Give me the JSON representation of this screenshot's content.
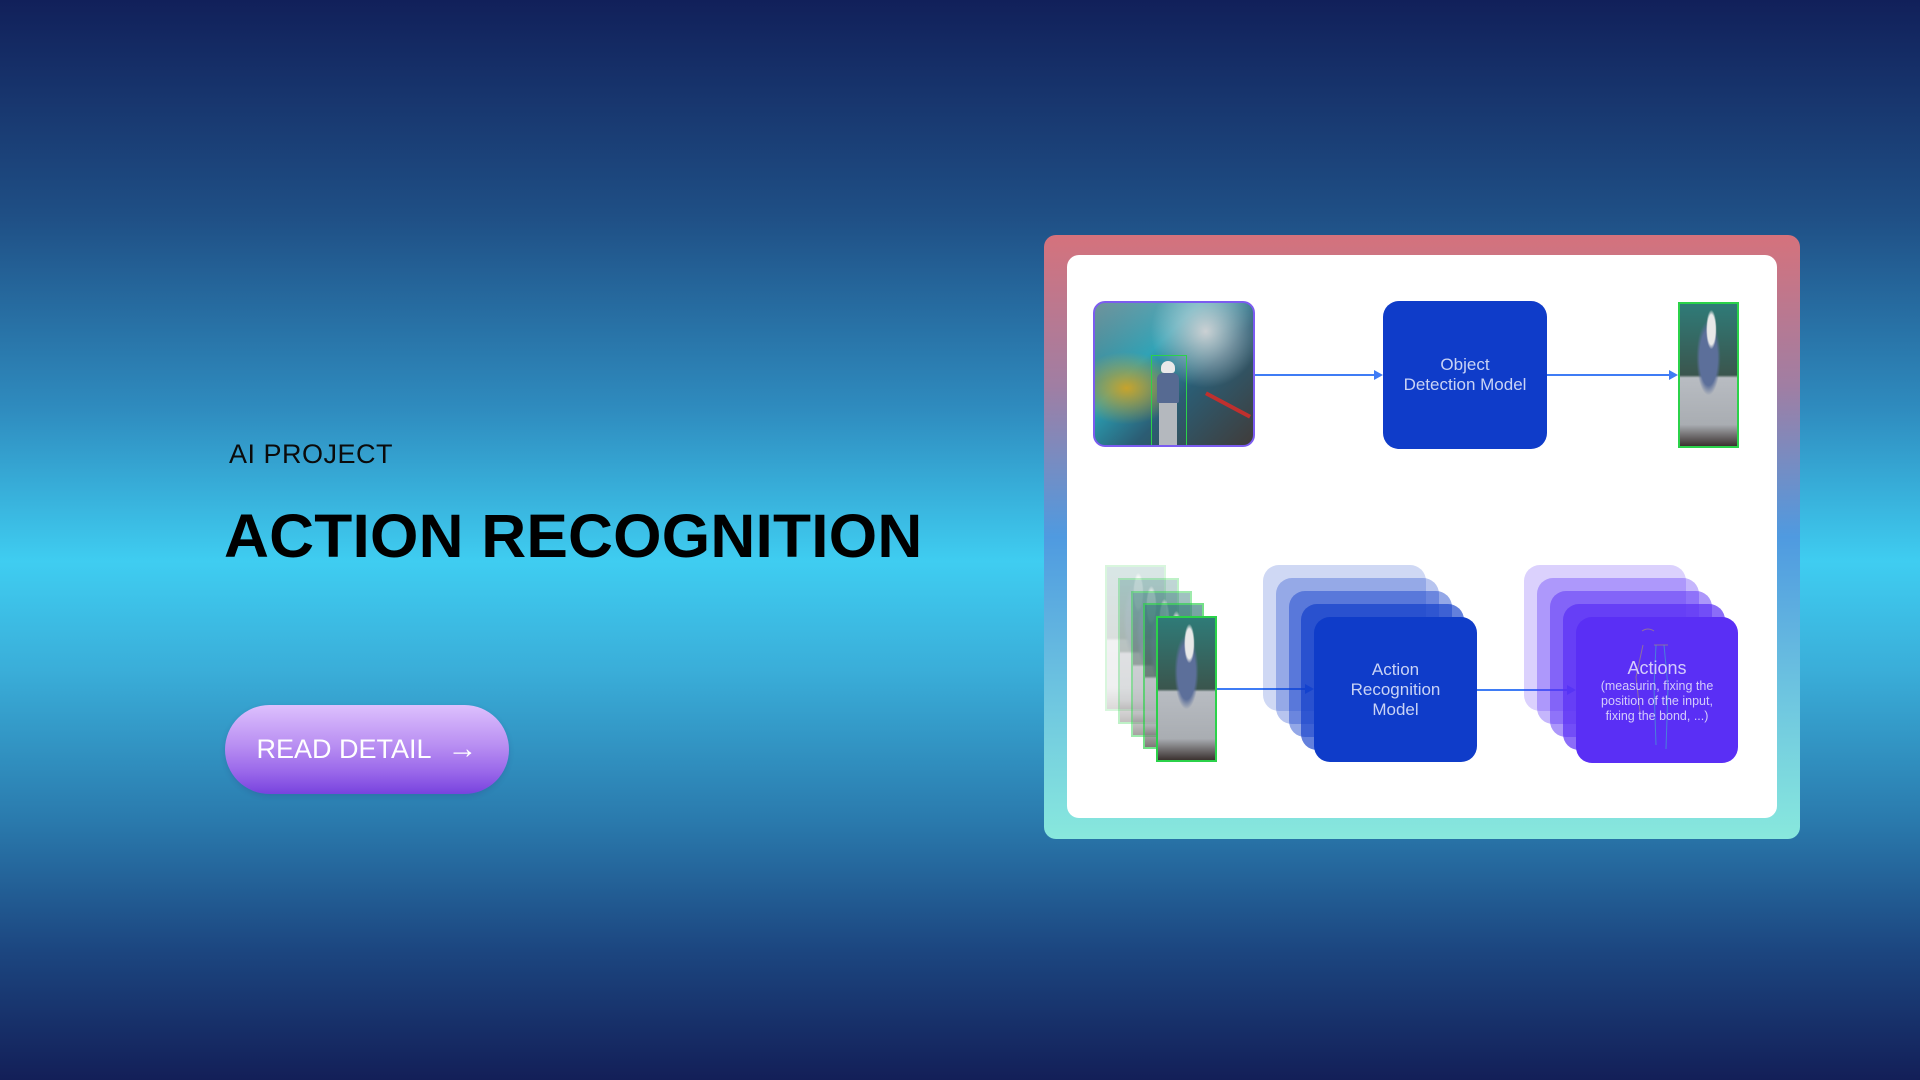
{
  "hero": {
    "eyebrow": "AI PROJECT",
    "title": "ACTION RECOGNITION",
    "cta_label": "READ DETAIL",
    "cta_icon": "→"
  },
  "diagram": {
    "top_row": {
      "input_image": "factory-scene-thumbnail",
      "model_label_line1": "Object",
      "model_label_line2": "Detection Model",
      "output_image": "detected-person-crop"
    },
    "bottom_row": {
      "input_frames": 5,
      "model_label_line1": "Action",
      "model_label_line2": "Recognition",
      "model_label_line3": "Model",
      "actions_title": "Actions",
      "actions_description": "(measurin, fixing the position of the input, fixing the bond, ...)"
    }
  },
  "colors": {
    "background_top": "#11205a",
    "background_mid": "#3fcdf1",
    "background_bottom": "#131f58",
    "frame_top": "#d5727c",
    "frame_mid": "#4f9ae0",
    "frame_bottom": "#88e8dd",
    "model_box": "#0f3cc9",
    "actions_box": "#5a2ff5",
    "arrow": "#3f7cf5",
    "bbox_green": "#2bd24a",
    "cta_top": "#ddc0fd",
    "cta_bottom": "#7843de"
  }
}
